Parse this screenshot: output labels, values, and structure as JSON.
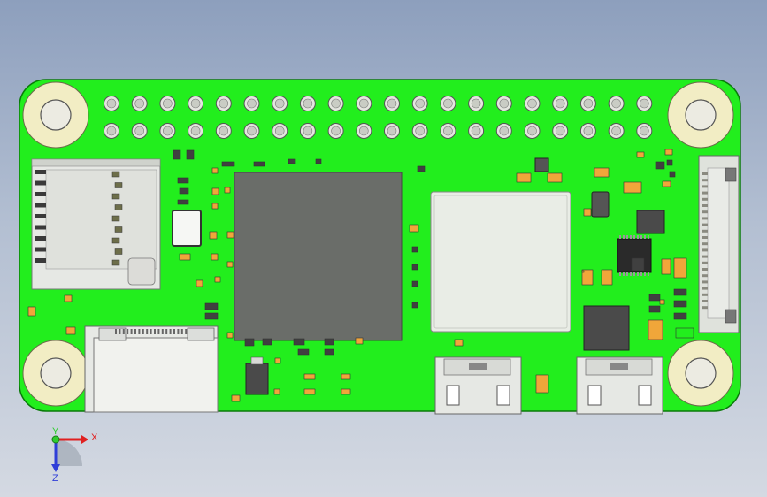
{
  "viewport": {
    "description": "",
    "background_top": "#8d9fbd",
    "background_bottom": "#d4d9e2"
  },
  "board": {
    "pcb_color": "#22ee1d",
    "pcb_edge_color": "#0a7a0a",
    "mounting_hole_ring": "#f2edc4",
    "soc_color": "#6a6d69",
    "shield_color": "#e9ede6",
    "component_dark": "#3a3a3a",
    "connector_metal": "#d8dad6",
    "smd_orange": "#f0a63a"
  },
  "axes": {
    "x_label": "X",
    "y_label": "Y",
    "z_label": "Z",
    "x_color": "#e02020",
    "y_color": "#2ecc2e",
    "z_color": "#2f3ed8"
  }
}
